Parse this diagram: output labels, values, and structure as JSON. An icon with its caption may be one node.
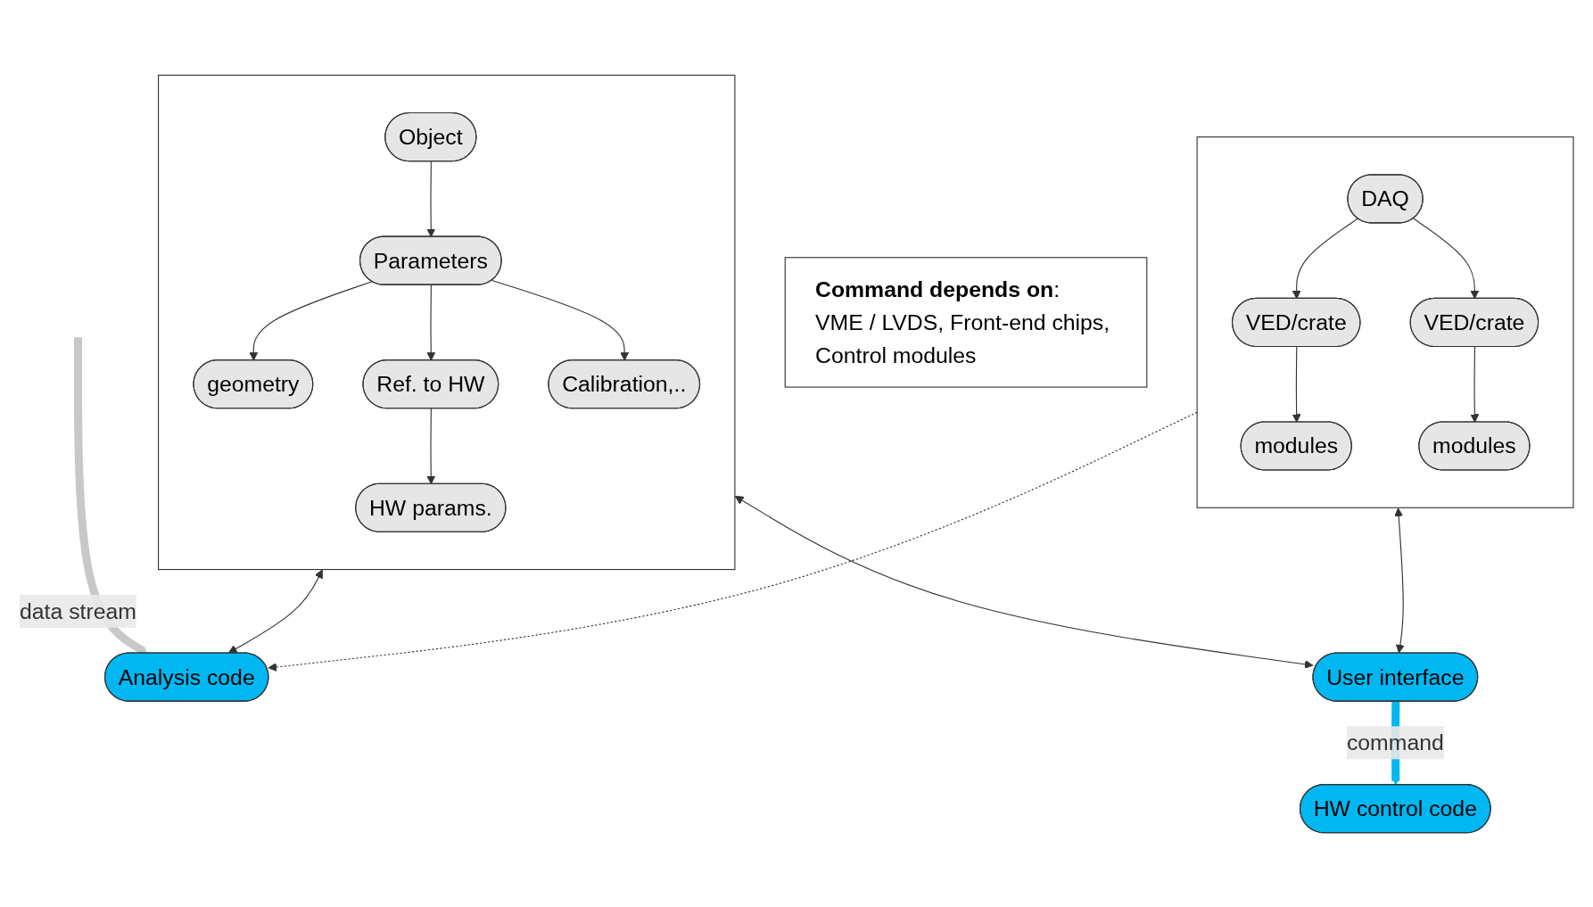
{
  "diagram": {
    "nodes": [
      {
        "text": [],
        "shape": "box"
      },
      {
        "text": [
          "Object"
        ],
        "in": 0
      },
      {
        "text": [
          "Parameters"
        ],
        "in": 0
      },
      {
        "text": [
          "geometry"
        ],
        "in": 0
      },
      {
        "text": [
          "Ref. to HW"
        ],
        "in": 0
      },
      {
        "text": [
          "Calibration,.."
        ],
        "in": 0
      },
      {
        "text": [
          "HW params."
        ],
        "in": 0
      },
      {
        "text": [],
        "shape": "box"
      },
      {
        "text": [
          "DAQ"
        ],
        "in": 7
      },
      {
        "text": [
          "VED/crate"
        ],
        "in": 7
      },
      {
        "text": [
          "VED/crate"
        ],
        "in": 7
      },
      {
        "text": [
          "modules"
        ],
        "in": 7
      },
      {
        "text": [
          "modules"
        ],
        "in": 7
      },
      {
        "text": [
          "Analysis code"
        ]
      },
      {
        "text": [
          "User interface"
        ]
      },
      {
        "text": [
          "HW control code"
        ]
      },
      {
        "text": [
          "**Command depends on**:",
          "VME / LVDS, Front-end chips, Control modules"
        ]
      }
    ],
    "edges": [
      {
        "from": 1,
        "to": 2,
        "arrow": "to"
      },
      {
        "from": 2,
        "to": 3,
        "arrow": "to"
      },
      {
        "from": 2,
        "to": 4,
        "arrow": "to"
      },
      {
        "from": 2,
        "to": 5,
        "arrow": "to"
      },
      {
        "from": 4,
        "to": 6,
        "arrow": "to"
      },
      {
        "from": 8,
        "to": 9,
        "arrow": "to"
      },
      {
        "from": 8,
        "to": 10,
        "arrow": "to"
      },
      {
        "from": 9,
        "to": 11,
        "arrow": "to"
      },
      {
        "from": 10,
        "to": 12,
        "arrow": "to"
      },
      {
        "from": 0,
        "to": 13,
        "arrow": "both"
      },
      {
        "from": 0,
        "to": 14,
        "arrow": "both"
      },
      {
        "from": 7,
        "to": 13,
        "arrow": "to",
        "style": "dashed"
      },
      {
        "from": 7,
        "to": 14,
        "arrow": "both"
      },
      {
        "from": null,
        "to": 13,
        "arrow": "to",
        "label": "data stream",
        "style": "thick",
        "color": "#c8c8c8"
      },
      {
        "from": 14,
        "to": 15,
        "arrow": "to",
        "label": "command",
        "style": "thick",
        "color": "#00b7f1"
      }
    ]
  }
}
